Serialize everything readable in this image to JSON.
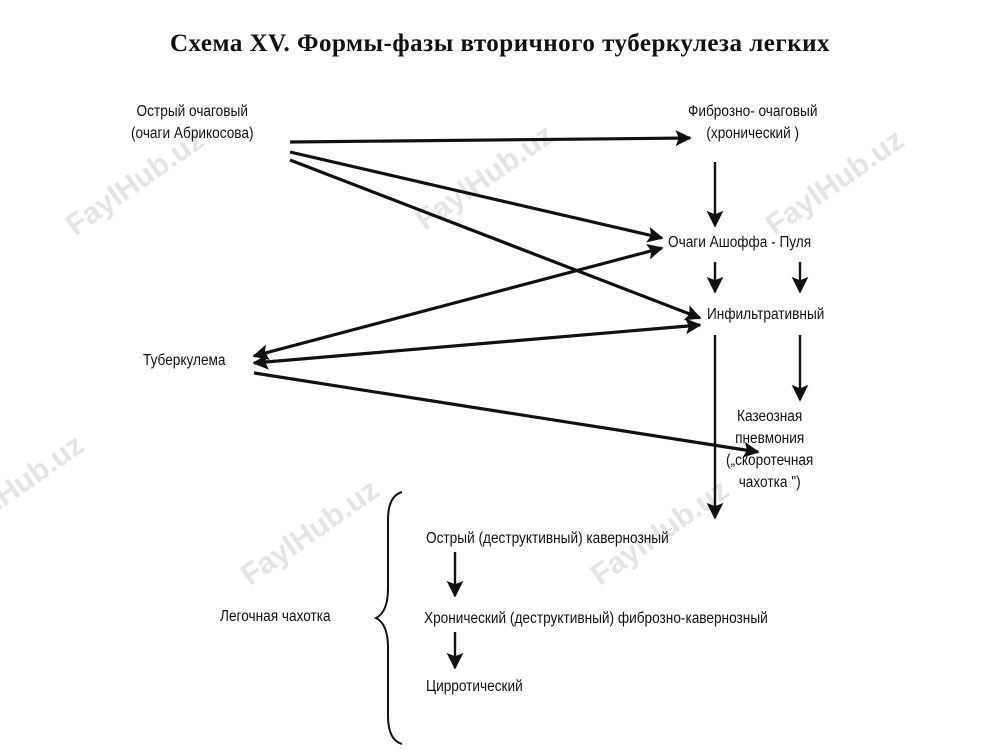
{
  "title": "Схема XV. Формы-фазы вторичного туберкулеза легких",
  "nodes": {
    "acute_focal": {
      "line1": "Острый очаговый",
      "line2": "(очаги Абрикосова)"
    },
    "fibrous_focal": {
      "line1": "Фиброзно- очаговый",
      "line2": "(хронический )"
    },
    "ashoff_pul": "Очаги Ашоффа - Пуля",
    "infiltrative": "Инфильтративный",
    "tuberculoma": "Туберкулема",
    "caseous_pneumonia": {
      "line1": "Казеозная",
      "line2": "пневмония",
      "line3": "(„скоротечная",
      "line4": "чахотка \")"
    },
    "acute_cavernous": "Острый (деструктивный) кавернозный",
    "chronic_fibrocavernous": "Хронический (деструктивный) фиброзно-кавернозный",
    "cirrhotic": "Цирротический",
    "pulmonary_phthisis": "Легочная чахотка"
  },
  "watermark": "FaylHub.uz"
}
